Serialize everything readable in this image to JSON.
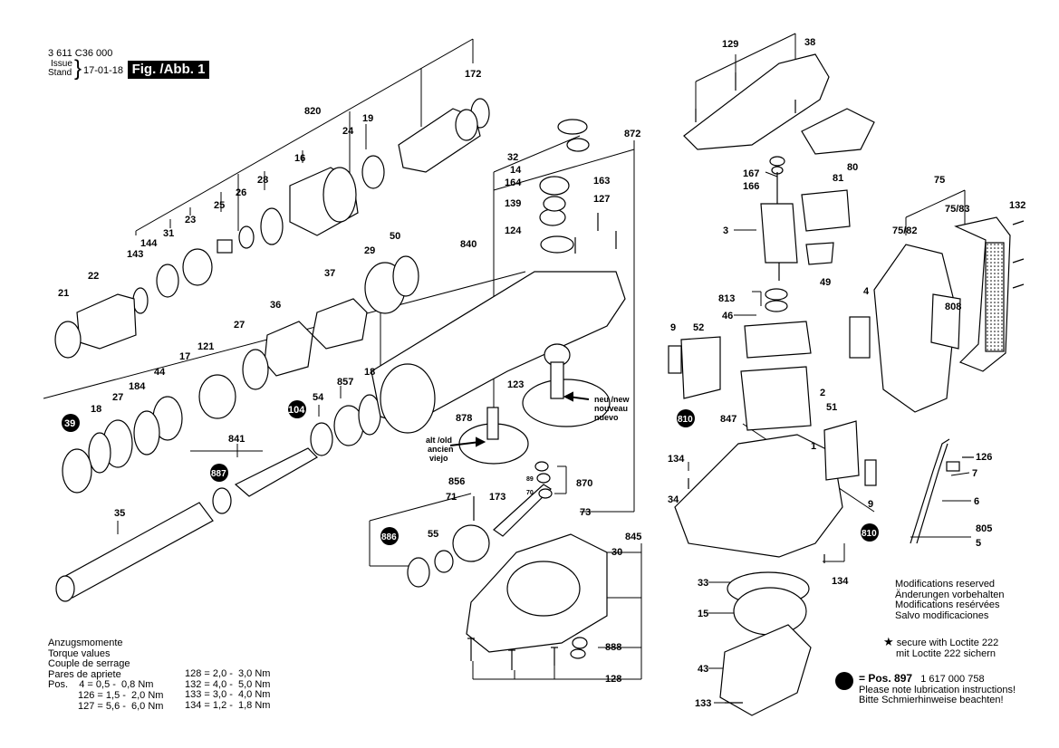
{
  "header": {
    "drawing_number": "3 611 C36 000",
    "issue_label_1": "Issue",
    "issue_label_2": "Stand",
    "issue_date": "17-01-18",
    "figure_label": "Fig. /Abb. 1"
  },
  "torque": {
    "lines": [
      "Anzugsmomente",
      "Torque values",
      "Couple de serrage",
      "Pares de apriete"
    ],
    "left_rows": [
      "Pos.    4 = 0,5 -  0,8 Nm",
      "126 = 1,5 -  2,0 Nm",
      "127 = 5,6 -  6,0 Nm"
    ],
    "right_rows": [
      "128 = 2,0 -  3,0 Nm",
      "132 = 4,0 -  5,0 Nm",
      "133 = 3,0 -  4,0 Nm",
      "134 = 1,2 -  1,8 Nm"
    ]
  },
  "notes": {
    "modifications": [
      "Modifications reserved",
      "Änderungen vorbehalten",
      "Modifications resérvées",
      "Salvo modificaciones"
    ],
    "loctite": [
      "secure with Loctite 222",
      "mit Loctite 222 sichern"
    ],
    "lube_pos": "= Pos.  897",
    "lube_part": "1 617 000 758",
    "lube_lines": [
      "Please note lubrication instructions!",
      "Bitte Schmierhinweise beachten!"
    ]
  },
  "gear_labels": {
    "new": [
      "neu /new",
      "nouveau",
      "nuevo"
    ],
    "old": [
      "alt /old",
      "ancien",
      "viejo"
    ]
  },
  "parts": {
    "p172": "172",
    "p820": "820",
    "p19": "19",
    "p24": "24",
    "p16": "16",
    "p28": "28",
    "p26": "26",
    "p25": "25",
    "p23": "23",
    "p31": "31",
    "p144": "144",
    "p143": "143",
    "p22": "22",
    "p21": "21",
    "p37": "37",
    "p29": "29",
    "p50": "50",
    "p36": "36",
    "p27a": "27",
    "p121": "121",
    "p17": "17",
    "p18a": "18",
    "p27b": "27",
    "p184": "184",
    "p44": "44",
    "p39": "39",
    "p18b": "18",
    "p104": "104",
    "p54": "54",
    "p857": "857",
    "p841": "841",
    "p887": "887",
    "p35": "35",
    "p32": "32",
    "p14": "14",
    "p164": "164",
    "p139": "139",
    "p840": "840",
    "p124": "124",
    "p872": "872",
    "p163": "163",
    "p127": "127",
    "p123": "123",
    "p878": "878",
    "p856": "856",
    "p71": "71",
    "p173": "173",
    "p870": "870",
    "p89": "89",
    "p70": "70",
    "p73": "73",
    "p886": "886",
    "p55": "55",
    "p845": "845",
    "p30": "30",
    "p888": "888",
    "p128": "128",
    "p129": "129",
    "p38": "38",
    "p167": "167",
    "p166": "166",
    "p80": "80",
    "p81": "81",
    "p3": "3",
    "p49": "49",
    "p813": "813",
    "p46": "46",
    "p9a": "9",
    "p52": "52",
    "p2": "2",
    "p810a": "810",
    "p847": "847",
    "p51": "51",
    "p134a": "134",
    "p1": "1",
    "p34": "34",
    "p9b": "9",
    "p810b": "810",
    "p134b": "134",
    "p33": "33",
    "p15": "15",
    "p43": "43",
    "p133": "133",
    "p75": "75",
    "p7583": "75/83",
    "p7582": "75/82",
    "p132": "132",
    "p4": "4",
    "p808": "808",
    "p126": "126",
    "p7": "7",
    "p6": "6",
    "p805": "805",
    "p5": "5"
  }
}
